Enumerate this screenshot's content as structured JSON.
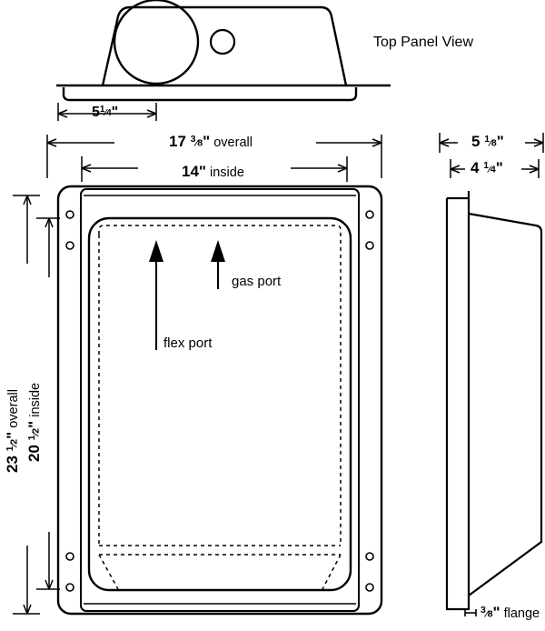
{
  "drawing": {
    "title_top_view": "Top Panel View",
    "views": {
      "top": "top-panel-view",
      "front": "front-elevation-view",
      "side": "side-section-view"
    },
    "dimensions": {
      "top_width": {
        "whole": "5",
        "num": "1",
        "den": "4",
        "unit": "\"",
        "suffix": ""
      },
      "front_overall_width": {
        "whole": "17",
        "num": "3",
        "den": "8",
        "unit": "\"",
        "suffix": " overall"
      },
      "front_inside_width": {
        "whole": "14",
        "num": "",
        "den": "",
        "unit": "\"",
        "suffix": " inside"
      },
      "side_overall_depth": {
        "whole": "5",
        "num": "1",
        "den": "8",
        "unit": "\"",
        "suffix": ""
      },
      "side_inside_depth": {
        "whole": "4",
        "num": "1",
        "den": "4",
        "unit": "\"",
        "suffix": ""
      },
      "front_overall_height": {
        "whole": "23",
        "num": "1",
        "den": "2",
        "unit": "\"",
        "suffix": " overall"
      },
      "front_inside_height": {
        "whole": "20",
        "num": "1",
        "den": "2",
        "unit": "\"",
        "suffix": " inside"
      },
      "flange_thickness": {
        "whole": "",
        "num": "3",
        "den": "8",
        "unit": "\"",
        "suffix": " flange"
      }
    },
    "callouts": {
      "flex_port": "flex port",
      "gas_port": "gas port"
    },
    "colors": {
      "line": "#000000",
      "background": "#ffffff",
      "hidden_line": "#000000"
    }
  }
}
